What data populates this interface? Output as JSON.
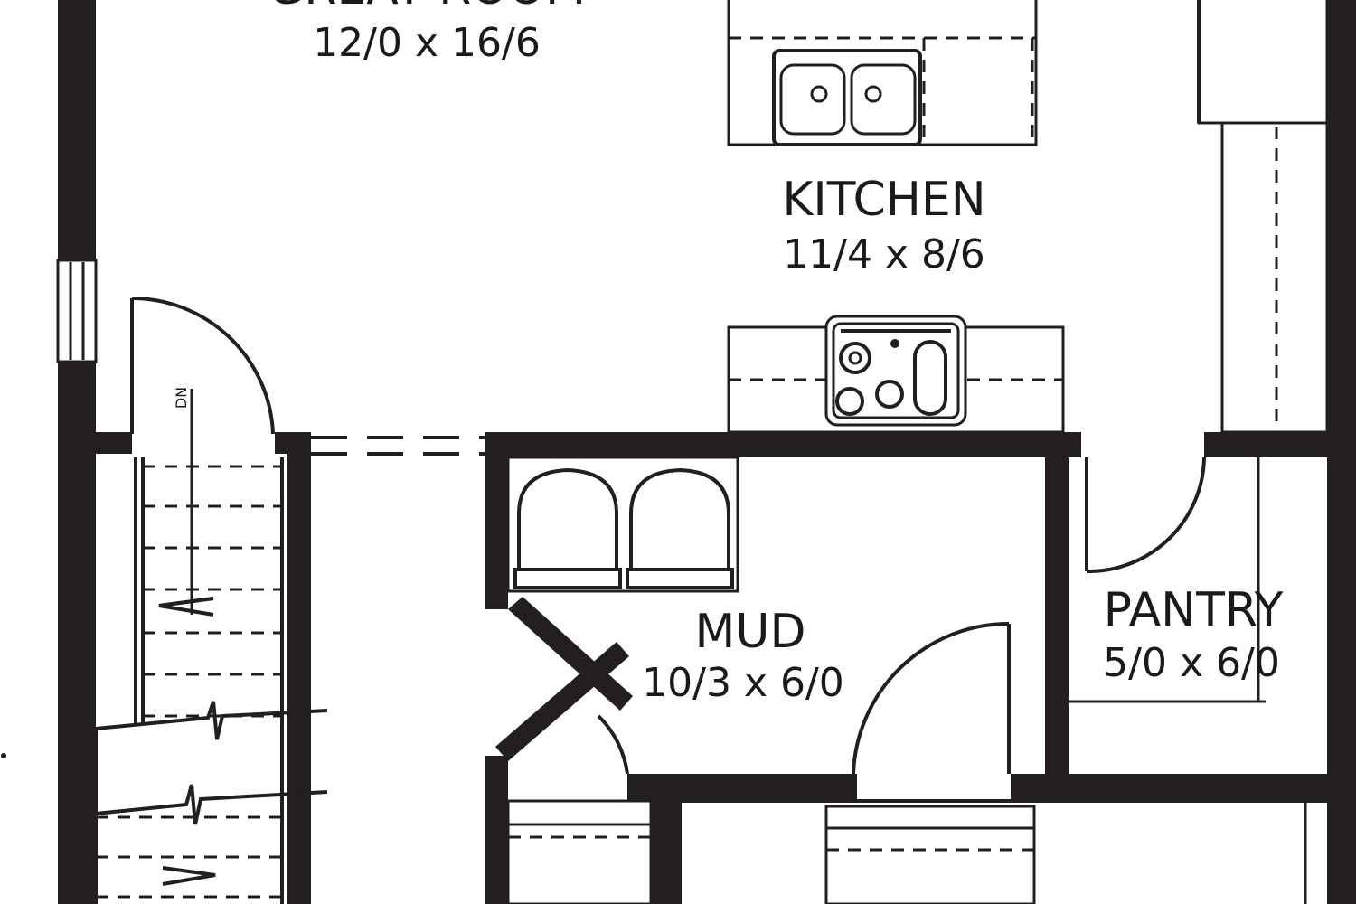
{
  "rooms": {
    "great_room": {
      "name": "GREAT ROOM",
      "dims": "12/0 x 16/6"
    },
    "kitchen": {
      "name": "KITCHEN",
      "dims": "11/4 x 8/6"
    },
    "mud": {
      "name": "MUD",
      "dims": "10/3 x 6/0"
    },
    "pantry": {
      "name": "PANTRY",
      "dims": "5/0 x 6/0"
    }
  },
  "stair": {
    "label": "DN"
  },
  "icons": [
    "double-sink-icon",
    "range-stove-icon",
    "washer-icon",
    "dryer-icon",
    "door-swing-icon",
    "stair-arrow-icon"
  ],
  "colors": {
    "ink": "#231f20",
    "paper": "#ffffff"
  }
}
